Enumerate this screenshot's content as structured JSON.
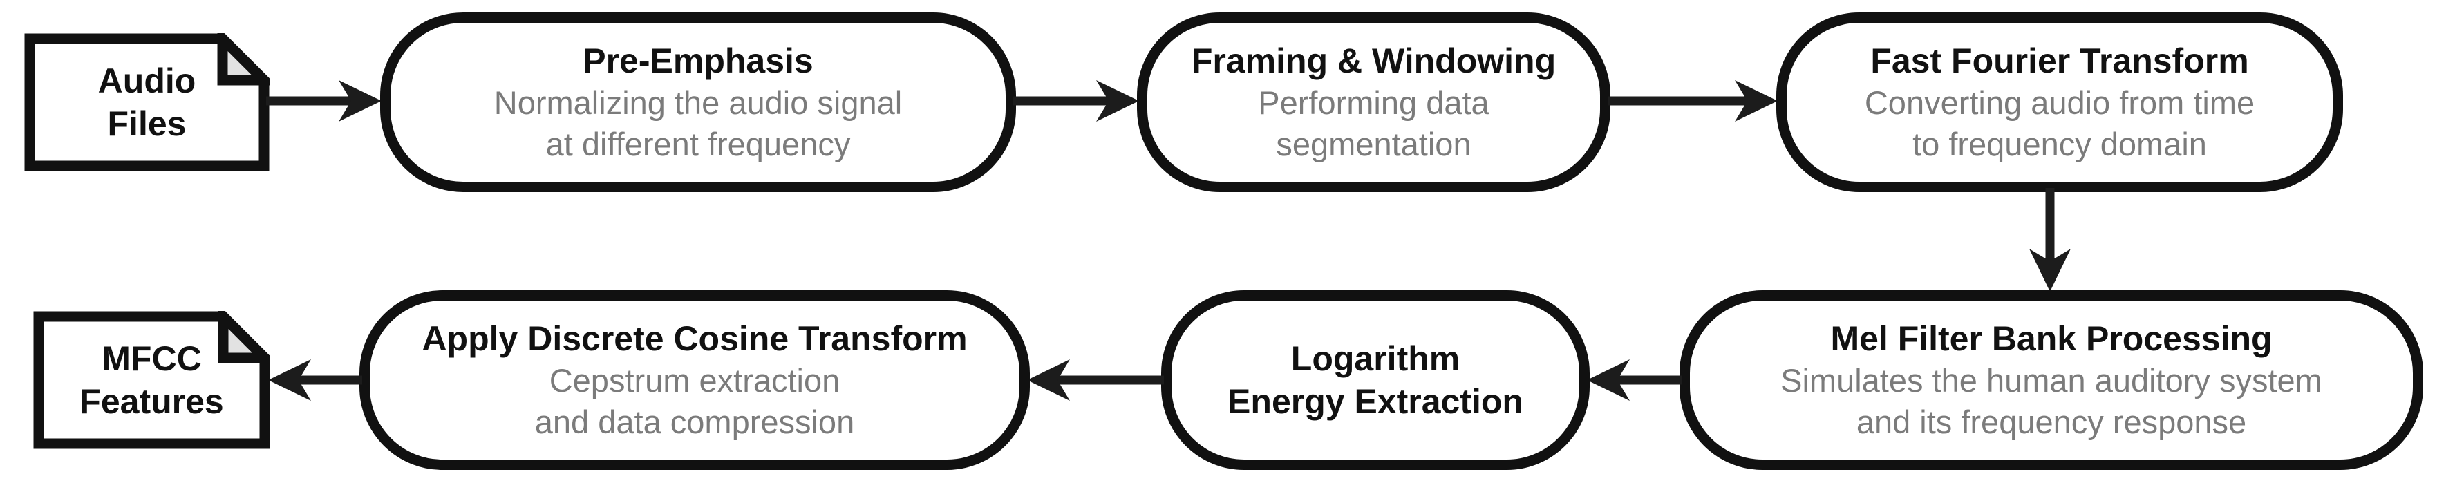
{
  "colors": {
    "outline": "#111111",
    "arrow": "#1c1c1c",
    "title_text": "#111111",
    "description_text": "#7b7b7b",
    "document_fold": "#e2e2e2",
    "background": "#ffffff"
  },
  "nodes": {
    "audio_files": {
      "line1": "Audio",
      "line2": "Files"
    },
    "pre_emphasis": {
      "title": "Pre-Emphasis",
      "desc": [
        "Normalizing the audio signal",
        "at different frequency"
      ]
    },
    "framing_windowing": {
      "title": "Framing & Windowing",
      "desc": [
        "Performing data",
        "segmentation"
      ]
    },
    "fft": {
      "title": "Fast Fourier Transform",
      "desc": [
        "Converting audio from time",
        "to frequency domain"
      ]
    },
    "mel_filter_bank": {
      "title": "Mel Filter Bank Processing",
      "desc": [
        "Simulates the human auditory system",
        "and its frequency response"
      ]
    },
    "logarithm": {
      "line1": "Logarithm",
      "line2": "Energy Extraction"
    },
    "dct": {
      "title": "Apply Discrete Cosine Transform",
      "desc": [
        "Cepstrum extraction",
        "and data compression"
      ]
    },
    "mfcc_features": {
      "line1": "MFCC",
      "line2": "Features"
    }
  },
  "edges": [
    {
      "from": "audio_files",
      "to": "pre_emphasis",
      "direction": "right"
    },
    {
      "from": "pre_emphasis",
      "to": "framing_windowing",
      "direction": "right"
    },
    {
      "from": "framing_windowing",
      "to": "fft",
      "direction": "right"
    },
    {
      "from": "fft",
      "to": "mel_filter_bank",
      "direction": "down"
    },
    {
      "from": "mel_filter_bank",
      "to": "logarithm",
      "direction": "left"
    },
    {
      "from": "logarithm",
      "to": "dct",
      "direction": "left"
    },
    {
      "from": "dct",
      "to": "mfcc_features",
      "direction": "left"
    }
  ]
}
